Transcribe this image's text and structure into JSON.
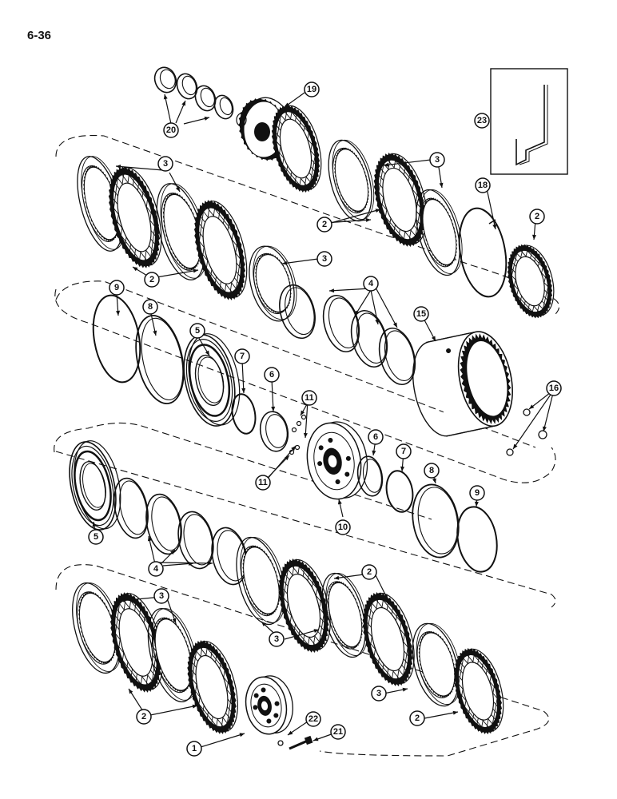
{
  "page": {
    "number": "6-36"
  },
  "callouts": [
    "1",
    "2",
    "3",
    "4",
    "5",
    "6",
    "7",
    "8",
    "9",
    "10",
    "11",
    "15",
    "16",
    "18",
    "19",
    "20",
    "21",
    "22",
    "23"
  ],
  "colors": {
    "ink": "#111111",
    "paper": "#ffffff"
  },
  "icons": [
    "friction-disc",
    "steel-separator-plate",
    "seal-ring",
    "piston",
    "hub",
    "clutch-drum",
    "tool-hook"
  ]
}
